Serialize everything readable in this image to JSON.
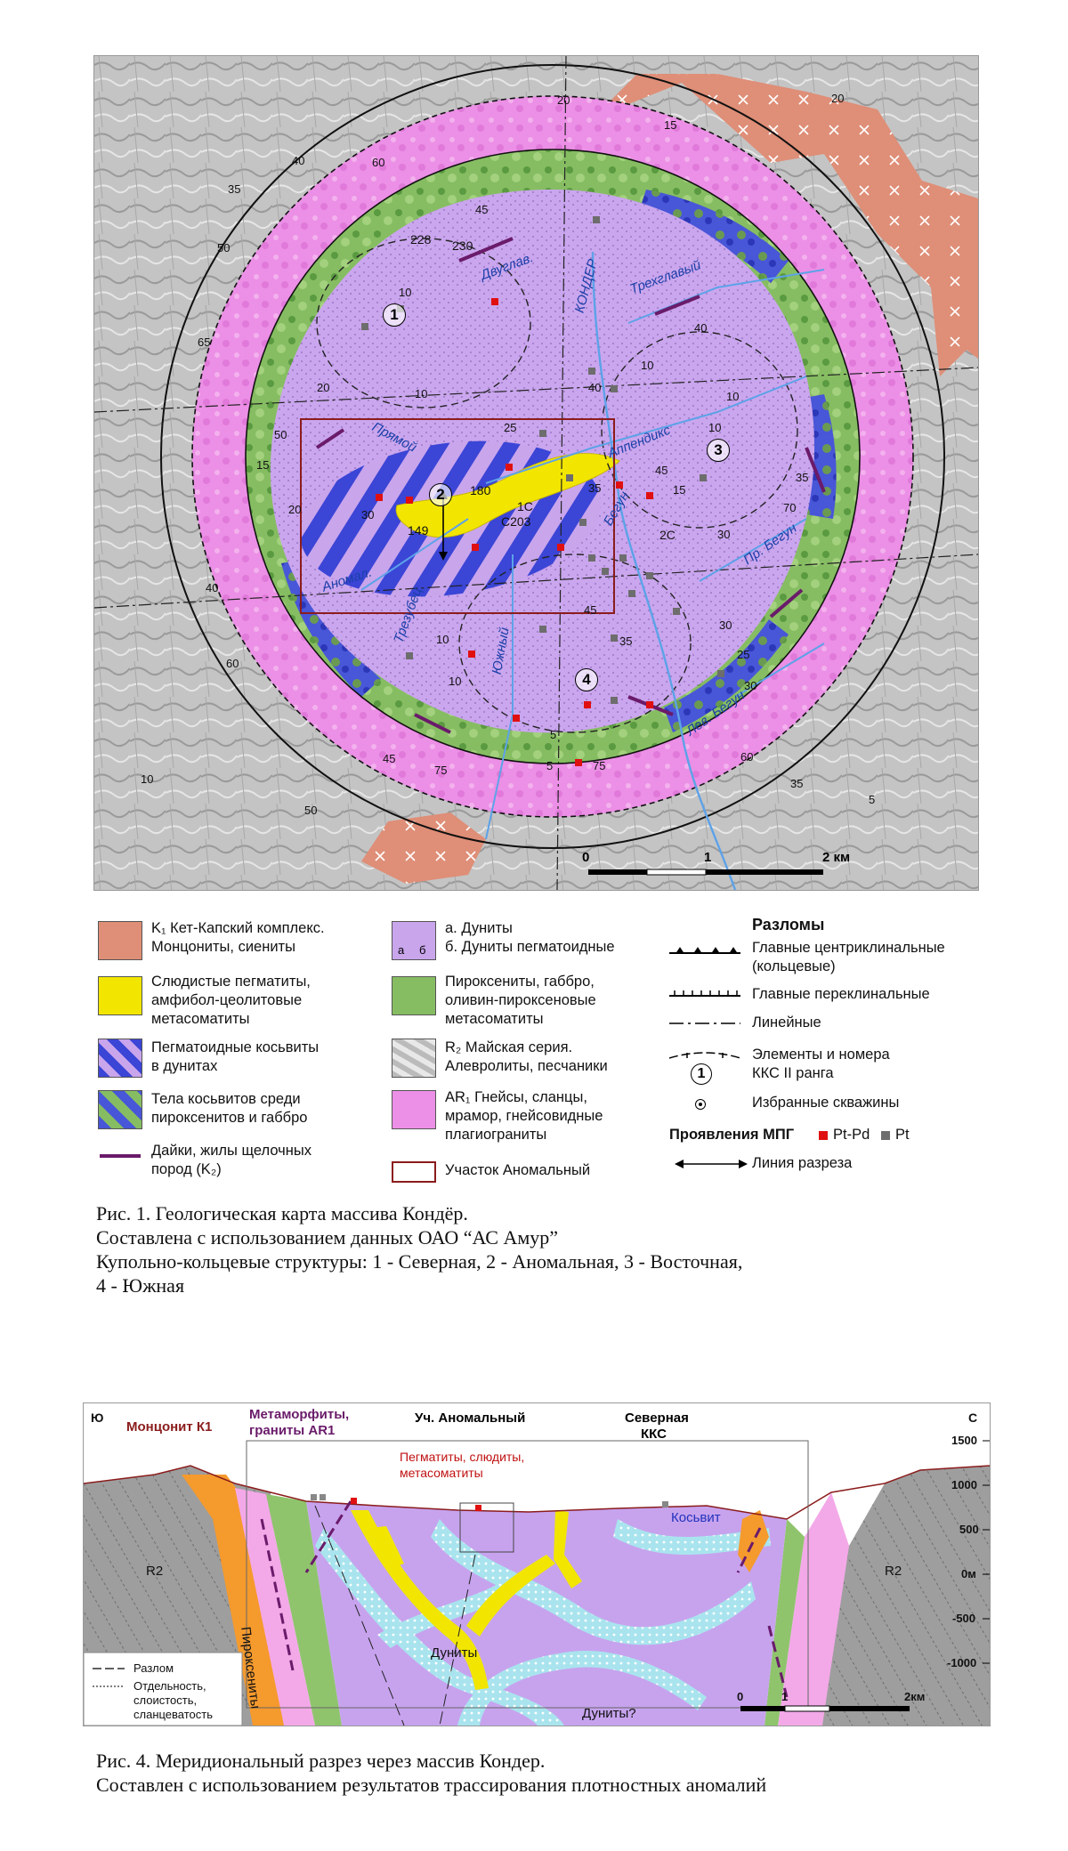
{
  "figure1": {
    "map": {
      "structure_numbers": [
        "1",
        "2",
        "3",
        "4"
      ],
      "wells": [
        "228",
        "230",
        "180",
        "1C",
        "C203",
        "149",
        "2C"
      ],
      "river_labels": [
        "Двуглав.",
        "КОНДЕР",
        "Трехглавый",
        "Прямой",
        "Аппендикс",
        "Бегун",
        "Аномал.",
        "Трезубец",
        "Южный",
        "Пр. Бегун",
        "Лев. Бегун"
      ],
      "dip_values": [
        "20",
        "15",
        "20",
        "40",
        "60",
        "35",
        "45",
        "50",
        "10",
        "65",
        "40",
        "20",
        "10",
        "25",
        "50",
        "15",
        "20",
        "30",
        "35",
        "45",
        "15",
        "40",
        "10",
        "10",
        "30",
        "35",
        "70",
        "40",
        "30",
        "45",
        "35",
        "25",
        "30",
        "60",
        "10",
        "5",
        "5",
        "75",
        "45",
        "75",
        "60",
        "35",
        "10",
        "50",
        "5",
        "10",
        "10"
      ],
      "scale": {
        "ticks": [
          "0",
          "1",
          "2 км"
        ]
      }
    },
    "legend": {
      "col1": [
        {
          "line1": "K₁ Кет-Капский комплекс.",
          "line2": "Монцониты, сиениты"
        },
        {
          "line1": "Слюдистые пегматиты,",
          "line2": "амфибол-цеолитовые",
          "line3": "метасоматиты"
        },
        {
          "line1": "Пегматоидные косьвиты",
          "line2": "в дунитах"
        },
        {
          "line1": "Тела косьвитов среди",
          "line2": "пироксенитов и габбро"
        },
        {
          "line1": "Дайки, жилы щелочных",
          "line2": "пород (K₂)"
        }
      ],
      "col2": [
        {
          "line1": "а. Дуниты",
          "line2": "б. Дуниты пегматоидные",
          "sub_a": "а",
          "sub_b": "б"
        },
        {
          "line1": "Пироксениты, габбро,",
          "line2": "оливин-пироксеновые",
          "line3": "метасоматиты"
        },
        {
          "line1": "R₂ Майская серия.",
          "line2": "Алевролиты, песчаники"
        },
        {
          "line1": "AR₁ Гнейсы, сланцы,",
          "line2": "мрамор, гнейсовидные",
          "line3": "плагиограниты"
        },
        {
          "line1": "Участок Аномальный"
        }
      ],
      "col3": {
        "title": "Разломы",
        "items": [
          {
            "line1": "Главные центриклинальные",
            "line2": "(кольцевые)"
          },
          {
            "line1": "Главные переклинальные"
          },
          {
            "line1": "Линейные"
          },
          {
            "line1": "Элементы и номера",
            "line2": "ККС II ранга"
          },
          {
            "line1": "Избранные скважины"
          }
        ],
        "mpg_title": "Проявления МПГ",
        "mpg_ptpd": "Pt-Pd",
        "mpg_pt": "Pt",
        "section_line": "Линия разреза",
        "ring_number": "1"
      }
    },
    "caption": [
      "Рис. 1. Геологическая карта массива Кондёр.",
      "Составлена с использованием данных ОАО “АС Амур”",
      "Купольно-кольцевые структуры: 1 - Северная, 2 - Аномальная, 3 - Восточная,",
      "4 - Южная"
    ]
  },
  "figure4": {
    "labels": {
      "south": "Ю",
      "north": "С",
      "monzonite": "Монцонит К1",
      "metamorph_1": "Метаморфиты,",
      "metamorph_2": "граниты AR1",
      "anomal": "Уч. Аномальный",
      "northern_1": "Северная",
      "northern_2": "ККС",
      "pegm_1": "Пегматиты, слюдиты,",
      "pegm_2": "метасоматиты",
      "kosvit": "Косьвит",
      "r2_left": "R2",
      "r2_right": "R2",
      "pyroxenites": "Пироксениты",
      "dunites": "Дуниты",
      "dunites_q": "Дуниты?"
    },
    "elevations": [
      "1500",
      "1000",
      "500",
      "0м",
      "-500",
      "-1000"
    ],
    "legend": {
      "fault": "Разлом",
      "separation_1": "Отдельность,",
      "separation_2": "слоистость,",
      "separation_3": "сланцеватость"
    },
    "scale": {
      "ticks": [
        "0",
        "1",
        "2км"
      ]
    },
    "caption": [
      "Рис. 4. Меридиональный разрез через массив Кондер.",
      "Составлен с использованием результатов трассирования плотностных аномалий"
    ]
  },
  "colors": {
    "monzonite": "#e0907a",
    "pegmatite_yellow": "#f2e600",
    "kosvit_blue": "#3b45d6",
    "pyroxenite_green": "#86bd62",
    "dunite_violet": "#c9a5ec",
    "gneiss_pink": "#ec8fe6",
    "dike_purple": "#6a1b6a",
    "anomal_box": "#8b1c1c",
    "ptpd_red": "#e01010",
    "pt_gray": "#6d6d6d",
    "river_blue": "#5da2e8",
    "section_dunite": "#c7a3ee",
    "section_kosvit": "#a9e4ee",
    "section_orange": "#f59a2d",
    "section_gray": "#9e9e9e"
  }
}
